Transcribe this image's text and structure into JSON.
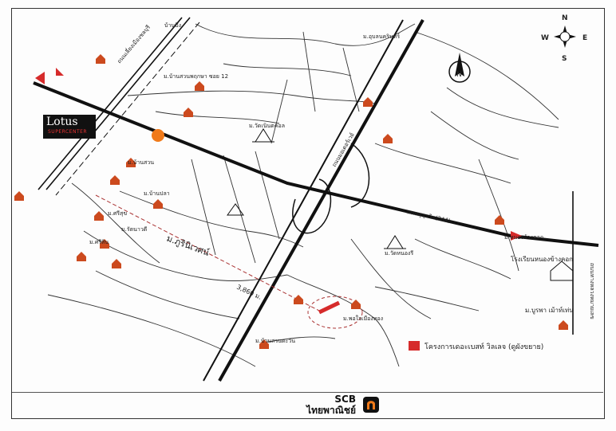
{
  "brand": {
    "lotus_name": "Lotus",
    "lotus_sub": "SUPERCENTER",
    "scb_name": "SCB",
    "scb_sub": "ไทยพาณิชย์"
  },
  "compass": {
    "n": "N",
    "s": "S",
    "e": "E",
    "w": "W"
  },
  "north_arrow": {
    "label": "N"
  },
  "legend": {
    "project_label": "โครงการเดอะเบสท์ วิลเลจ (ดูผังขยาย)",
    "color": "#d62b2b"
  },
  "distance": {
    "label": "3,860 ม."
  },
  "roads": {
    "main_east": "ถนนสุขุมวิท(344)",
    "motorway": "ถนนมอเตอร์เวย์",
    "left_diag": "ถนนเลี่ยงเมืองชลบุรี",
    "right_vertical": "ถนนทางหลวงหมายเลข",
    "ban_bueng": "บ้านบึง"
  },
  "places": {
    "school": "โรงเรียนหนองข้างคอก",
    "buraphaviman": "ม.บูรพา เม้าท์เท่น",
    "nong_khang_khok": "ม.หนองข้างคอก",
    "wat": "ม.วัดเนินตคอล",
    "sukhumvit12": "ม.บ้านสวนพฤกษา ซอย 12",
    "ban_suan": "ม.บ้านสวน",
    "project_village": "ม.บ้านสวนตะวัน",
    "pho_thong": "ม.พอใจเมืองทอง",
    "srisuk": "ม.ศรีสุข",
    "sirisin": "ม.ศรีสิน",
    "ratanawan": "ม.รัตนาวดี",
    "banpla": "ม.บ้านปลา",
    "ubon": "ม.อุบลนครินทร์",
    "wat_nong": "ม.วัดหนองรี",
    "map_title_area": "ม.ภูรินิเวศน์"
  },
  "colors": {
    "road": "#111111",
    "minor": "#333333",
    "marker": "#cc4a1e",
    "project": "#d62b2b",
    "shell": "#f07a1a"
  }
}
